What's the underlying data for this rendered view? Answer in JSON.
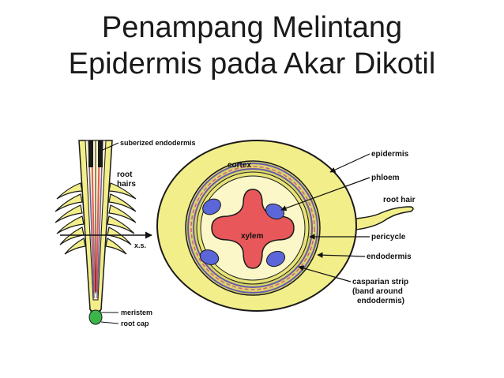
{
  "slide": {
    "title_line1": "Penampang Melintang",
    "title_line2": "Epidermis pada Akar Dikotil"
  },
  "diagram": {
    "labels": {
      "suberized_endodermis": "suberized endodermis",
      "root_hairs_1": "root",
      "root_hairs_2": "hairs",
      "xs": "x.s.",
      "meristem": "meristem",
      "root_cap": "root cap",
      "cortex": "cortex",
      "xylem": "xylem",
      "epidermis": "epidermis",
      "phloem": "phloem",
      "root_hair": "root hair",
      "pericycle": "pericycle",
      "endodermis": "endodermis",
      "casparian_1": "casparian strip",
      "casparian_2": "(band around",
      "casparian_3": "endodermis)"
    },
    "colors": {
      "cortex": "#f2ee8a",
      "stele": "#fbf7c8",
      "xylem": "#e8575a",
      "phloem": "#5b66d8",
      "endodermis_band": "#d9d66a",
      "endodermis_ring": "#6a5aa8",
      "casparian": "#d95a8a",
      "root_cap": "#3ab54a",
      "outline": "#1a1a1a"
    }
  }
}
